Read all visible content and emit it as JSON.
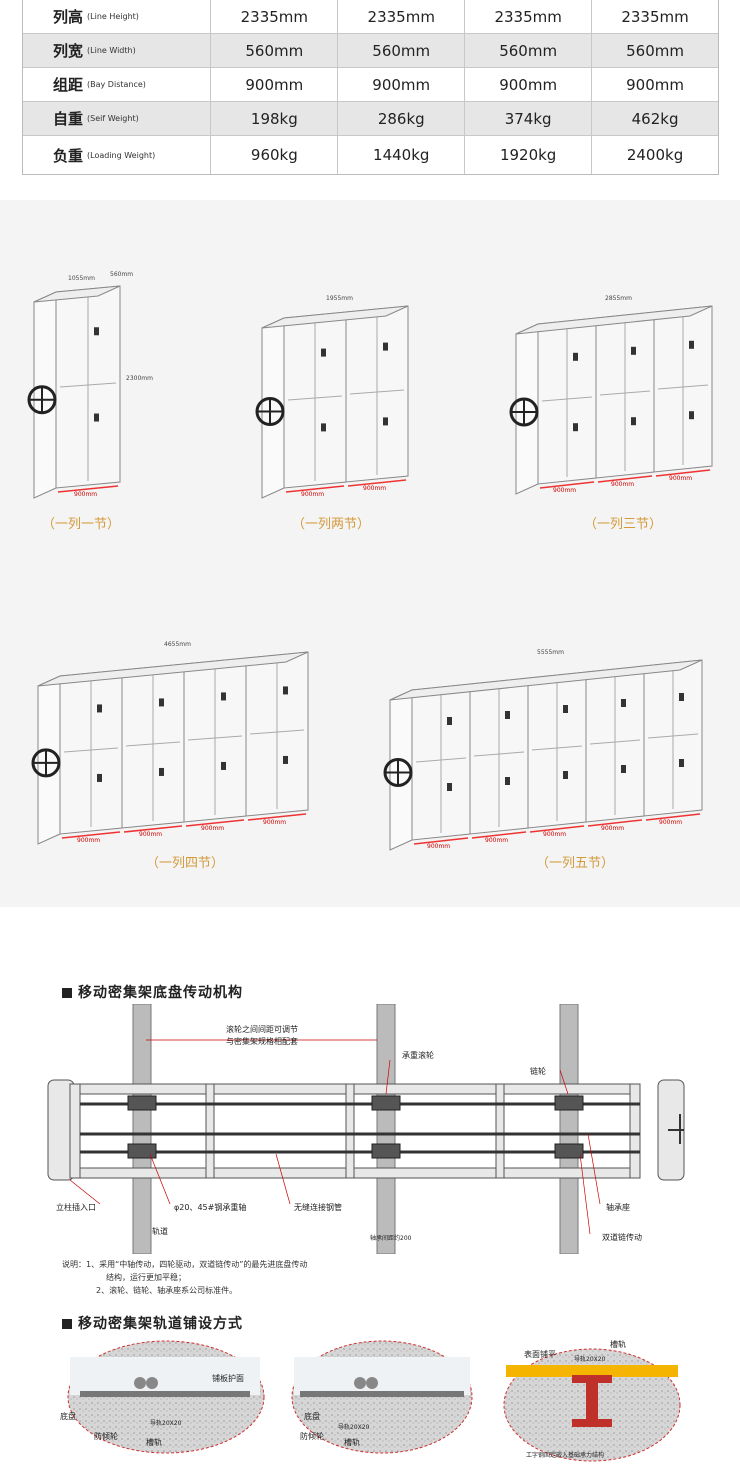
{
  "specs": {
    "rows": [
      {
        "cn": "列高",
        "en": "(Line Height)",
        "values": [
          "2335mm",
          "2335mm",
          "2335mm",
          "2335mm"
        ]
      },
      {
        "cn": "列宽",
        "en": "(Line Width)",
        "values": [
          "560mm",
          "560mm",
          "560mm",
          "560mm"
        ]
      },
      {
        "cn": "组距",
        "en": "(Bay Distance)",
        "values": [
          "900mm",
          "900mm",
          "900mm",
          "900mm"
        ]
      },
      {
        "cn": "自重",
        "en": "(Seif Weight)",
        "values": [
          "198kg",
          "286kg",
          "374kg",
          "462kg"
        ]
      },
      {
        "cn": "负重",
        "en": "(Loading Weight)",
        "values": [
          "960kg",
          "1440kg",
          "1920kg",
          "2400kg"
        ]
      }
    ]
  },
  "cabinets": {
    "captions": [
      "（一列一节）",
      "（一列两节）",
      "（一列三节）",
      "（一列四节）",
      "（一列五节）"
    ],
    "dims": {
      "one_width": "1055mm",
      "one_depth": "560mm",
      "one_height": "2300mm",
      "two_width": "1955mm",
      "three_width": "2855mm",
      "four_width": "4655mm",
      "five_width": "5555mm",
      "bay": "900mm"
    }
  },
  "mechanism": {
    "title": "移动密集架底盘传动机构",
    "labels": {
      "top_note_1": "滚轮之间间距可调节",
      "top_note_2": "与密集架规格相配套",
      "heavy_wheel": "承重滚轮",
      "chain_wheel": "链轮",
      "column_socket": "立柱插入口",
      "axle": "φ20、45#钢承重轴",
      "tube": "无缝连接钢管",
      "track": "轨道",
      "bearing_seat": "轴承座",
      "chain_drive": "双道链传动",
      "track_distance": "轴承间距约200"
    },
    "notes": [
      "说明：1、采用“中轴传动，四轮驱动，双道链传动”的最先进底盘传动",
      "结构，运行更加平稳；",
      "2、滚轮、链轮、轴承座系公司标准件。"
    ]
  },
  "rail": {
    "title": "移动密集架轨道铺设方式",
    "labels": {
      "floor": "底盘",
      "anti_tilt": "防倾轮",
      "guide": "导轨20X20",
      "slot": "槽轨",
      "board": "铺板护面",
      "surface": "表面铺平",
      "slot2": "槽轨",
      "guide2": "导轨20X20",
      "steel": "工字钢固定嵌入基础承力结构"
    }
  }
}
